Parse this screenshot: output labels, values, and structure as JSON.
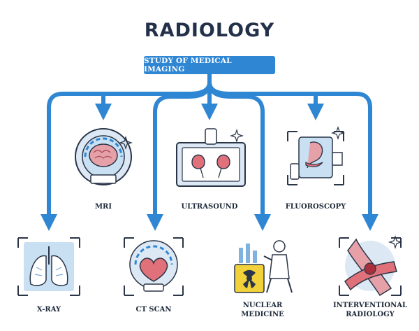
{
  "title": "RADIOLOGY",
  "subtitle": "STUDY OF MEDICAL IMAGING",
  "colors": {
    "accent": "#2f86d3",
    "light_blue": "#c9dff2",
    "title": "#22304a",
    "organ": "#e0707a"
  },
  "nodes": [
    {
      "label": "MRI",
      "icon": "brain-mri-icon"
    },
    {
      "label": "ULTRASOUND",
      "icon": "kidneys-ultrasound-icon"
    },
    {
      "label": "FLUOROSCOPY",
      "icon": "stomach-fluoroscopy-icon"
    },
    {
      "label": "X-RAY",
      "icon": "lungs-xray-icon"
    },
    {
      "label": "CT SCAN",
      "icon": "heart-ct-icon"
    },
    {
      "label": "NUCLEAR\nMEDICINE",
      "icon": "nuclear-scientist-icon"
    },
    {
      "label": "INTERVENTIONAL\nRADIOLOGY",
      "icon": "blood-vessel-icon"
    }
  ]
}
